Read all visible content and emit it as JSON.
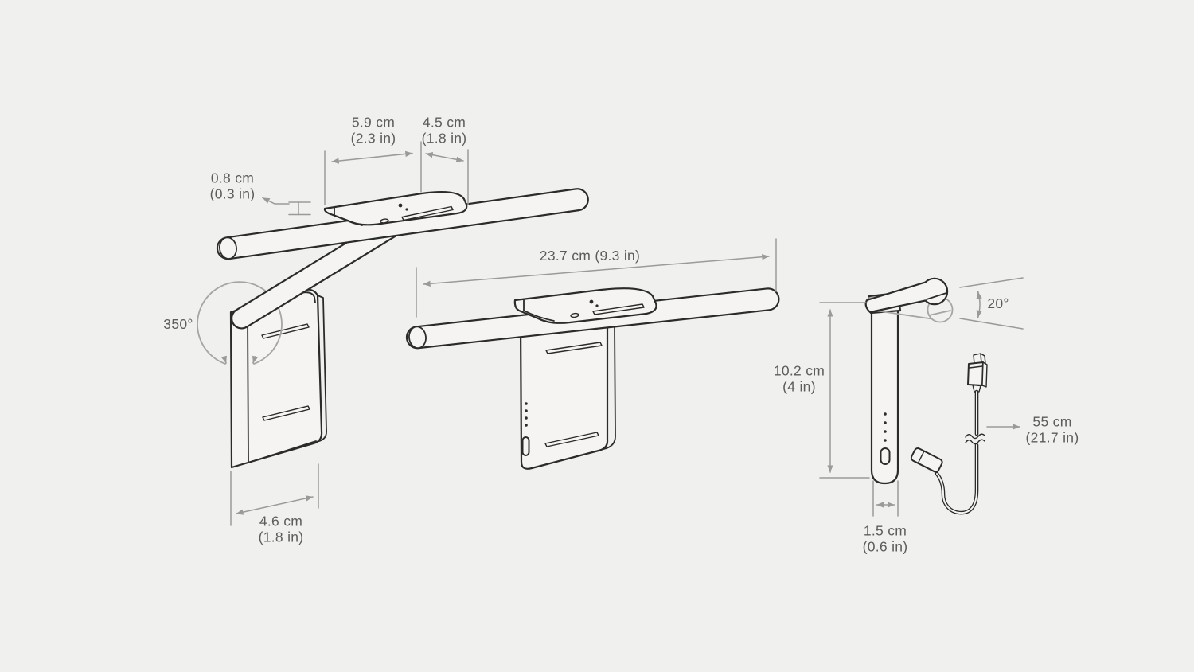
{
  "diagram": {
    "kind": "product-dimension-diagram",
    "subject": "monitor light bar with screen clip, three views and usb cable"
  },
  "colors": {
    "background": "#f0f0ee",
    "outline": "#2b2b2b",
    "fill": "#f5f4f2",
    "ghost": "#a6a5a2",
    "dimension": "#9a9a98",
    "text": "#5c5c5c"
  },
  "labels": {
    "plate_width": {
      "metric": "5.9 cm",
      "imperial": "(2.3 in)"
    },
    "plate_depth": {
      "metric": "4.5 cm",
      "imperial": "(1.8 in)"
    },
    "plate_thickness": {
      "metric": "0.8 cm",
      "imperial": "(0.3 in)"
    },
    "rotation_range": {
      "metric": "350°"
    },
    "clip_depth": {
      "metric": "4.6 cm",
      "imperial": "(1.8 in)"
    },
    "bar_length": {
      "metric": "23.7 cm (9.3 in)"
    },
    "tilt_range": {
      "metric": "20°"
    },
    "stem_height": {
      "metric": "10.2 cm",
      "imperial": "(4 in)"
    },
    "stem_width": {
      "metric": "1.5 cm",
      "imperial": "(0.6 in)"
    },
    "cable_length": {
      "metric": "55 cm",
      "imperial": "(21.7 in)"
    }
  }
}
